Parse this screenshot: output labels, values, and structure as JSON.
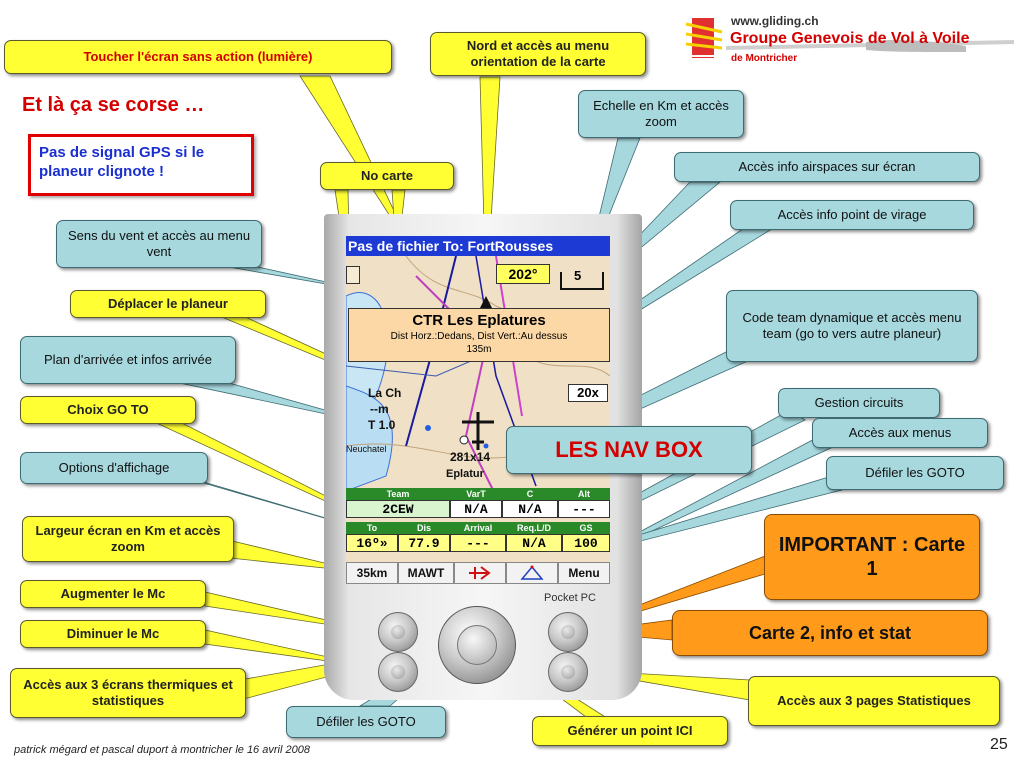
{
  "header": {
    "url": "www.gliding.ch",
    "club": "Groupe Genevois de Vol à Voile",
    "place": "de Montricher"
  },
  "title": "Et là ça se corse …",
  "warning": "Pas de signal GPS si le planeur clignote !",
  "footer": "patrick mégard et pascal duport à montricher le 16 avril 2008",
  "page_number": "25",
  "callouts": {
    "touch_screen": "Toucher l'écran sans action (lumière)",
    "north_menu": "Nord et accès au menu orientation de la carte",
    "scale_zoom": "Echelle en Km et accès zoom",
    "no_map": "No carte",
    "airspace_info": "Accès info airspaces sur écran",
    "turnpoint_info": "Accès info point de virage",
    "wind_menu": "Sens du vent et accès au menu vent",
    "move_glider": "Déplacer le planeur",
    "team_code": "Code team dynamique et accès menu team (go to vers autre planeur)",
    "arrival_plan": "Plan d'arrivée et infos arrivée",
    "task_management": "Gestion circuits",
    "goto_choice": "Choix GO TO",
    "menus_access": "Accès aux menus",
    "display_options": "Options d'affichage",
    "scroll_goto_right": "Défiler les GOTO",
    "nav_box": "LES NAV BOX",
    "width_zoom": "Largeur écran en Km et accès zoom",
    "important_map1": "IMPORTANT : Carte 1",
    "increase_mc": "Augmenter le Mc",
    "map2": "Carte 2, info et stat",
    "decrease_mc": "Diminuer le Mc",
    "thermal_screens": "Accès aux 3 écrans thermiques et statistiques",
    "stats_pages": "Accès aux 3 pages Statistiques",
    "scroll_goto_bottom": "Défiler les GOTO",
    "mark_here": "Générer un point ICI"
  },
  "device": {
    "brand": "Pocket PC",
    "status_bar": "Pas de fichier  To: FortRousses",
    "heading": "202°",
    "scale": "5",
    "zoom": "20x",
    "airspace_popup": {
      "name": "CTR Les Eplatures",
      "line1": "Dist Horz.:Dedans, Dist Vert.:Au dessus",
      "line2": "135m"
    },
    "map_labels": {
      "waypoint1": "Eplatur",
      "waypoint2": "La Ch",
      "waypoint3": "Neuchatel",
      "wind_t": "T 1.0",
      "wind_m": "--m",
      "arrival": "281x14"
    },
    "nav": {
      "row1": {
        "headers": [
          "Team",
          "VarT",
          "C",
          "Alt"
        ],
        "values": [
          "2CEW",
          "N/A",
          "N/A",
          "---"
        ]
      },
      "row2": {
        "headers": [
          "To",
          "Dis",
          "Arrival",
          "Req.L/D",
          "GS"
        ],
        "values": [
          "16º»",
          "77.9",
          "---",
          "N/A",
          "100"
        ]
      }
    },
    "toolbar": {
      "width": "35km",
      "mc": "MAWT",
      "menu": "Menu"
    }
  },
  "colors": {
    "callout_yellow": "#ffff33",
    "callout_blue": "#a6d8de",
    "callout_orange": "#ff9a1a",
    "title_red": "#d40000",
    "status_blue": "#1e3ad4"
  }
}
